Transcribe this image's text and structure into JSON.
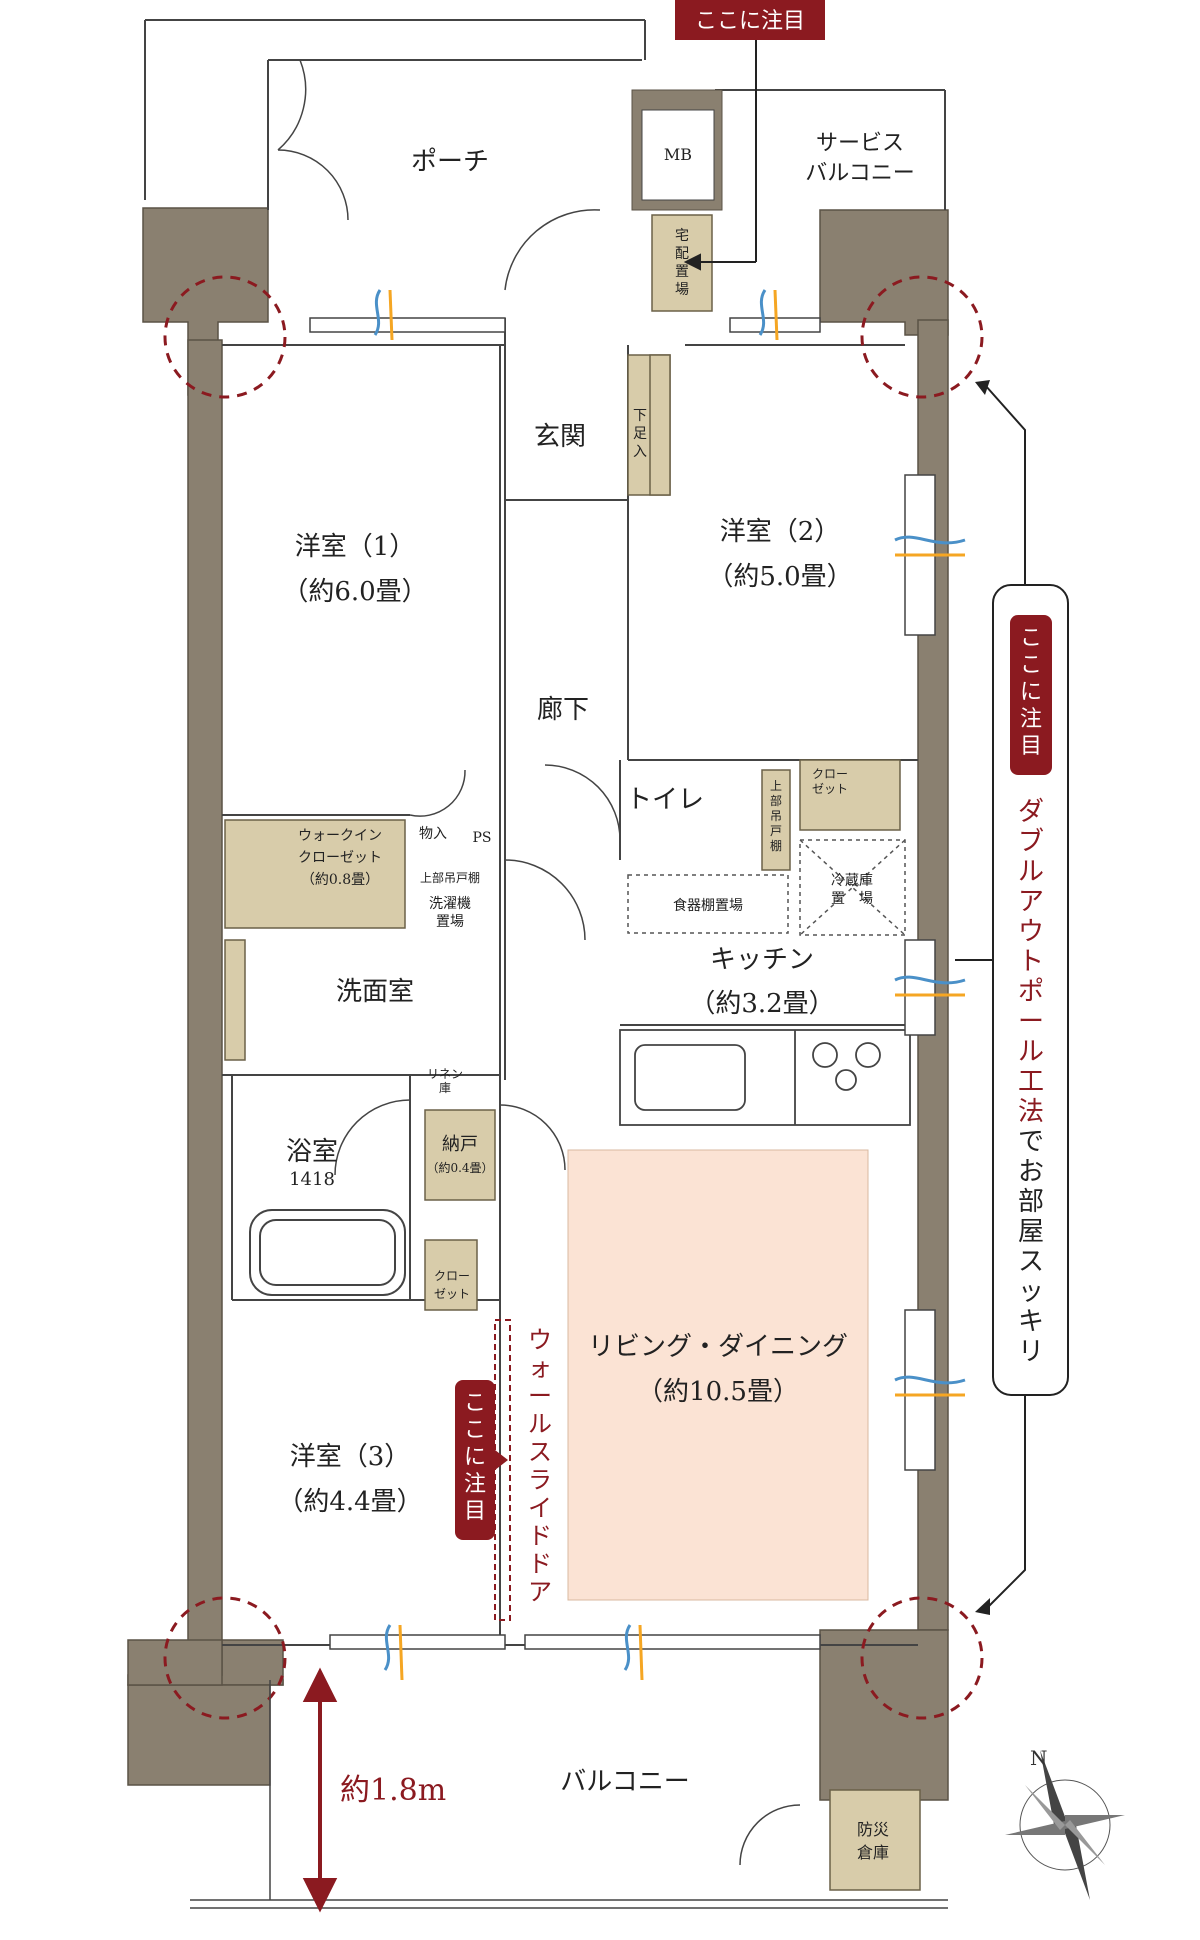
{
  "rooms": {
    "porch": "ポーチ",
    "service_balcony_1": "サービス",
    "service_balcony_2": "バルコニー",
    "mb": "MB",
    "delivery_box": [
      "宅",
      "配",
      "置",
      "場"
    ],
    "entrance": "玄関",
    "shoe_box": [
      "下",
      "足",
      "入"
    ],
    "western_1_name": "洋室（1）",
    "western_1_size": "（約6.0畳）",
    "western_2_name": "洋室（2）",
    "western_2_size": "（約5.0畳）",
    "corridor": "廊下",
    "toilet": "トイレ",
    "upper_shelf_toilet": [
      "上",
      "部",
      "吊",
      "戸",
      "棚"
    ],
    "closet_2_a": "クロー",
    "closet_2_b": "ゼット",
    "walkin_a": "ウォークイン",
    "walkin_b": "クローゼット",
    "walkin_c": "（約0.8畳）",
    "storage": "物入",
    "ps": "PS",
    "upper_shelf_wash": "上部吊戸棚",
    "washer_a": "洗濯機",
    "washer_b": "置場",
    "dish_shelf": "食器棚置場",
    "fridge_a": "冷蔵庫",
    "fridge_b": "置　場",
    "washroom": "洗面室",
    "kitchen_name": "キッチン",
    "kitchen_size": "（約3.2畳）",
    "linen_a": "リネン",
    "linen_b": "庫",
    "bathroom": "浴室",
    "bath_size": "1418",
    "nando_name": "納戸",
    "nando_size": "（約0.4畳）",
    "closet_3_a": "クロー",
    "closet_3_b": "ゼット",
    "living_name": "リビング・ダイニング",
    "living_size": "（約10.5畳）",
    "western_3_name": "洋室（3）",
    "western_3_size": "（約4.4畳）",
    "balcony": "バルコニー",
    "disaster_a": "防災",
    "disaster_b": "倉庫"
  },
  "callouts": {
    "focus": "ここに注目",
    "focus_vertical": [
      "こ",
      "こ",
      "に",
      "注",
      "目"
    ],
    "wall_slide_door": [
      "ウ",
      "ォ",
      "ー",
      "ル",
      "ス",
      "ラ",
      "イ",
      "ド",
      "ド",
      "ア"
    ],
    "double_outpole": [
      "ダ",
      "ブ",
      "ル",
      "ア",
      "ウ",
      "ト",
      "ポ",
      "ー",
      "ル",
      "工",
      "法",
      "で",
      "お",
      "部",
      "屋",
      "ス",
      "ッ",
      "キ",
      "リ"
    ],
    "double_outpole_red_count": 11,
    "balcony_depth": "約1.8m"
  },
  "compass": {
    "north": "N"
  },
  "colors": {
    "wall": "#8a8070",
    "storage_fill": "#d8ccaa",
    "living_fill": "#fbe3d4",
    "accent_red": "#8b1a20",
    "window_orange": "#f5a623",
    "window_blue": "#4a90c8"
  }
}
